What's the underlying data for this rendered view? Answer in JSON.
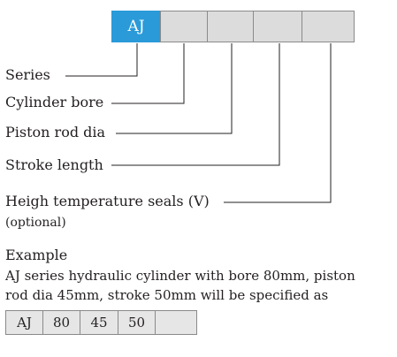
{
  "code": {
    "first_cell": "AJ"
  },
  "labels": {
    "series": "Series",
    "bore": "Cylinder bore",
    "rod": "Piston rod dia",
    "stroke": "Stroke length",
    "seals": "Heigh temperature seals (V)",
    "optional": "(optional)"
  },
  "example": {
    "title": "Example",
    "line1": "AJ series hydraulic cylinder with bore 80mm, piston",
    "line2": "rod dia 45mm, stroke 50mm will be specified as",
    "cells": [
      "AJ",
      "80",
      "45",
      "50",
      ""
    ]
  },
  "colors": {
    "accent": "#2a9ad9",
    "cell_fill": "#dcdcdc",
    "line": "#231f20"
  }
}
